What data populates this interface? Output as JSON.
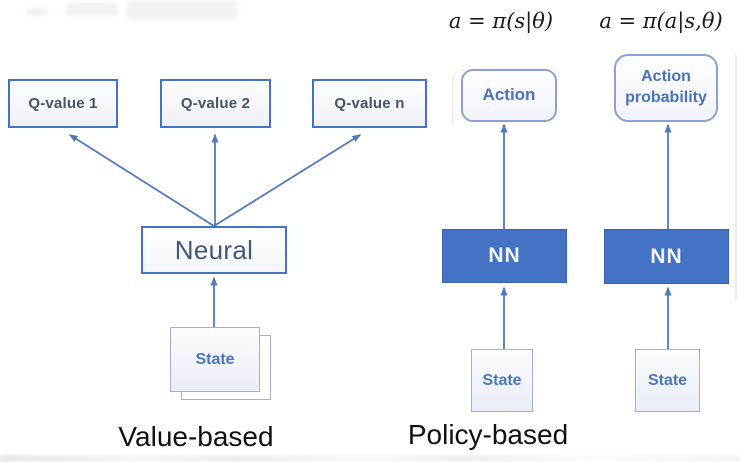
{
  "diagram": {
    "value_based": {
      "title": "Value-based",
      "q_boxes": [
        {
          "label": "Q-value 1"
        },
        {
          "label": "Q-value 2"
        },
        {
          "label": "Q-value n"
        }
      ],
      "network_label": "Neural",
      "state_label": "State"
    },
    "policy_based": {
      "title": "Policy-based",
      "columns": [
        {
          "formula": "a = π(s|θ)",
          "output_label": "Action",
          "network_label": "NN",
          "state_label": "State"
        },
        {
          "formula": "a = π(a|s,θ)",
          "output_label": "Action probability",
          "network_label": "NN",
          "state_label": "State"
        }
      ]
    },
    "colors": {
      "accent": "#4472c4",
      "network_fill": "#4472c4",
      "box_text_dark": "#44546a",
      "box_text_blue": "#4472c4",
      "arrow": "#4f7ac2",
      "caption_text": "#111111"
    }
  }
}
